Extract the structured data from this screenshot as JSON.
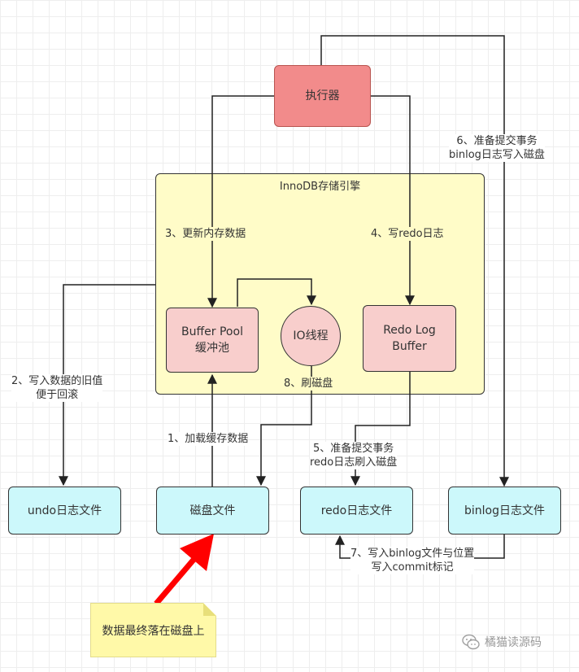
{
  "executor": "执行器",
  "innodb": "InnoDB存储引擎",
  "buffer_pool": {
    "line1": "Buffer Pool",
    "line2": "缓冲池"
  },
  "io_thread": "IO线程",
  "redo_log_buffer": {
    "line1": "Redo Log",
    "line2": "Buffer"
  },
  "files": {
    "undo": "undo日志文件",
    "disk": "磁盘文件",
    "redo": "redo日志文件",
    "binlog": "binlog日志文件"
  },
  "steps": {
    "s1": "1、加载缓存数据",
    "s2": {
      "line1": "2、写入数据的旧值",
      "line2": "便于回滚"
    },
    "s3": "3、更新内存数据",
    "s4": "4、写redo日志",
    "s5": {
      "line1": "5、准备提交事务",
      "line2": "redo日志刷入磁盘"
    },
    "s6": {
      "line1": "6、准备提交事务",
      "line2": "binlog日志写入磁盘"
    },
    "s7": {
      "line1": "7、写入binlog文件与位置",
      "line2": "写入commit标记"
    },
    "s8": "8、刷磁盘"
  },
  "note": "数据最终落在磁盘上",
  "watermark": "橘猫读源码",
  "colors": {
    "executor_fill": "#f28b8b",
    "innodb_fill": "#fffcc8",
    "component_fill": "#f8cecc",
    "file_fill": "#ccf8fb",
    "note_fill": "#fff9a8",
    "arrow_highlight": "#ff0000"
  }
}
